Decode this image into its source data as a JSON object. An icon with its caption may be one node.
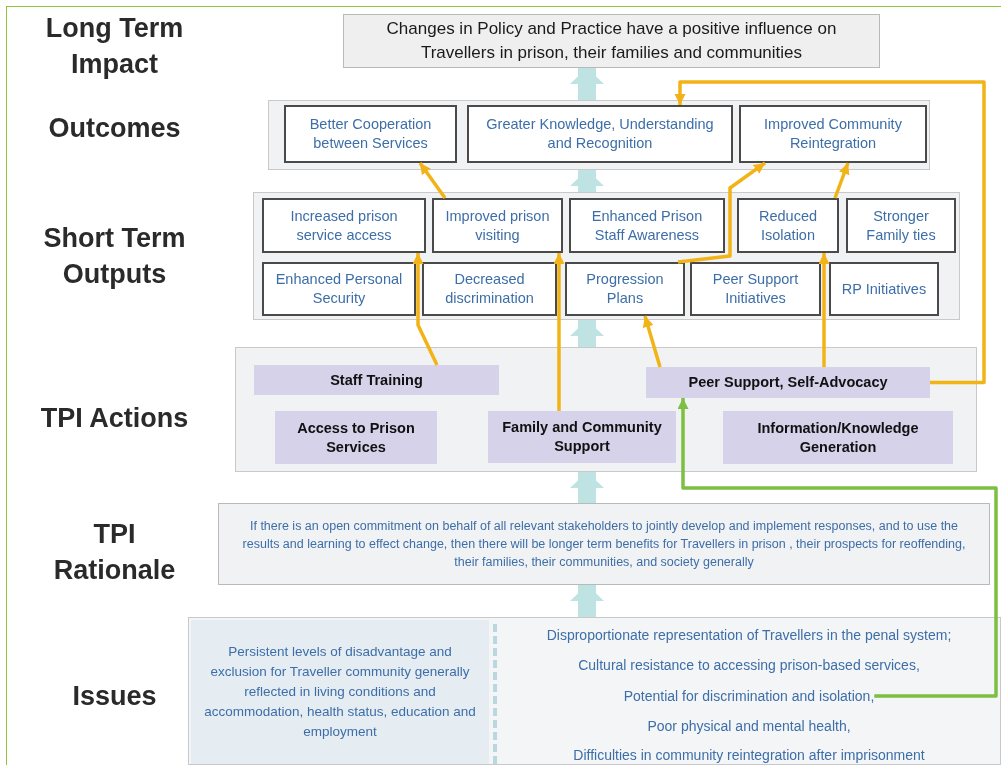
{
  "diagram": {
    "nodes": [
      {
        "text": [
          "Changes in Policy and Practice have a positive influence on Travellers in prison, their families and communities"
        ]
      },
      {
        "text": [],
        "shape": "box"
      },
      {
        "text": [
          "Better Cooperation between Services"
        ],
        "in": 1
      },
      {
        "text": [
          "Greater Knowledge, Understanding and Recognition"
        ],
        "in": 1
      },
      {
        "text": [
          "Improved Community Reintegration"
        ],
        "in": 1
      },
      {
        "text": [],
        "shape": "box"
      },
      {
        "text": [
          "Increased prison service access"
        ],
        "in": 5
      },
      {
        "text": [
          "Improved prison visiting"
        ],
        "in": 5
      },
      {
        "text": [
          "Enhanced Prison Staff Awareness"
        ],
        "in": 5
      },
      {
        "text": [
          "Reduced Isolation"
        ],
        "in": 5
      },
      {
        "text": [
          "Stronger Family ties"
        ],
        "in": 5
      },
      {
        "text": [
          "Enhanced Personal Security"
        ],
        "in": 5
      },
      {
        "text": [
          "Decreased discrimination"
        ],
        "in": 5
      },
      {
        "text": [
          "Progression Plans"
        ],
        "in": 5
      },
      {
        "text": [
          "Peer Support Initiatives"
        ],
        "in": 5
      },
      {
        "text": [
          "RP Initiatives"
        ],
        "in": 5
      },
      {
        "text": [],
        "shape": "box"
      },
      {
        "text": [
          "Staff Training"
        ],
        "in": 16
      },
      {
        "text": [
          "Peer Support, Self-Advocacy"
        ],
        "in": 16
      },
      {
        "text": [
          "Access to Prison Services"
        ],
        "in": 16
      },
      {
        "text": [
          "Family and Community Support"
        ],
        "in": 16
      },
      {
        "text": [
          "Information/Knowledge Generation"
        ],
        "in": 16
      },
      {
        "text": [
          "If there is an open commitment on behalf of all relevant stakeholders to jointly develop and implement responses, and to use the results and learning to effect change, then there will be longer term benefits for Travellers in prison , their prospects for reoffending, their families, their communities, and society generally"
        ]
      },
      {
        "text": [],
        "shape": "box"
      },
      {
        "text": [
          "Persistent levels of disadvantage and exclusion for Traveller community generally reflected in living conditions and accommodation, health status, education and employment"
        ],
        "in": 23
      },
      {
        "text": [
          "Disproportionate representation of Travellers in the penal system;"
        ],
        "in": 23
      },
      {
        "text": [
          "Cultural resistance to accessing prison-based services,"
        ],
        "in": 23
      },
      {
        "text": [
          "Potential for discrimination and isolation,"
        ],
        "in": 23
      },
      {
        "text": [
          "Poor physical and mental health,"
        ],
        "in": 23
      },
      {
        "text": [
          "Difficulties in community reintegration after imprisonment"
        ],
        "in": 23
      }
    ],
    "edges": [
      {
        "from": 1,
        "to": 0,
        "arrow": "to",
        "style": "thick",
        "color": "#bfe2e2"
      },
      {
        "from": 5,
        "to": 1,
        "arrow": "to",
        "style": "thick",
        "color": "#bfe2e2"
      },
      {
        "from": 16,
        "to": 5,
        "arrow": "to",
        "style": "thick",
        "color": "#bfe2e2"
      },
      {
        "from": 22,
        "to": 16,
        "arrow": "to",
        "style": "thick",
        "color": "#bfe2e2"
      },
      {
        "from": 23,
        "to": 22,
        "arrow": "to",
        "style": "thick",
        "color": "#bfe2e2"
      },
      {
        "from": 17,
        "to": 6,
        "arrow": "to"
      },
      {
        "from": 7,
        "to": 2,
        "arrow": "to"
      },
      {
        "from": 20,
        "to": 7,
        "arrow": "to"
      },
      {
        "from": 18,
        "to": 13,
        "arrow": "to"
      },
      {
        "from": 18,
        "to": 9,
        "arrow": "to"
      },
      {
        "from": 13,
        "to": 4,
        "arrow": "to"
      },
      {
        "from": 9,
        "to": 4,
        "arrow": "to"
      },
      {
        "from": 18,
        "to": 3,
        "arrow": "to"
      },
      {
        "from": 27,
        "to": 18,
        "arrow": "to",
        "color": "#7dbf43"
      }
    ],
    "labels": [
      "Long Term Impact",
      "Outcomes",
      "Short Term Outputs",
      "TPI Actions",
      "TPI Rationale",
      "Issues"
    ]
  }
}
